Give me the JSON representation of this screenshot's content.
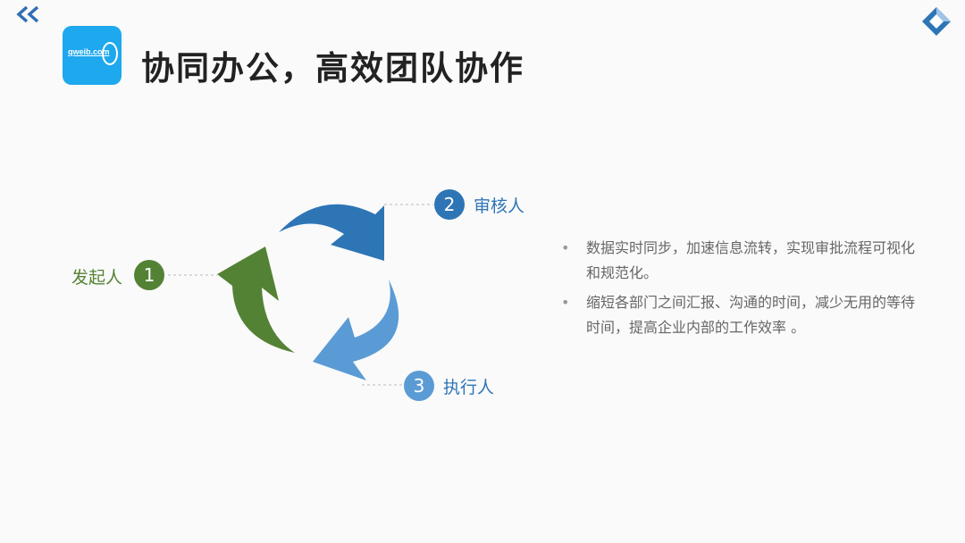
{
  "title": "协同办公，高效团队协作",
  "logo_text": "qweib.com",
  "steps": [
    {
      "num": "1",
      "label": "发起人",
      "color": "#548235"
    },
    {
      "num": "2",
      "label": "审核人",
      "color": "#2e75b6"
    },
    {
      "num": "3",
      "label": "执行人",
      "color": "#5b9bd5"
    }
  ],
  "bullets": [
    "数据实时同步，加速信息流转，实现审批流程可视化和规范化。",
    "缩短各部门之间汇报、沟通的时间，减少无用的等待时间，提高企业内部的工作效率 。"
  ]
}
